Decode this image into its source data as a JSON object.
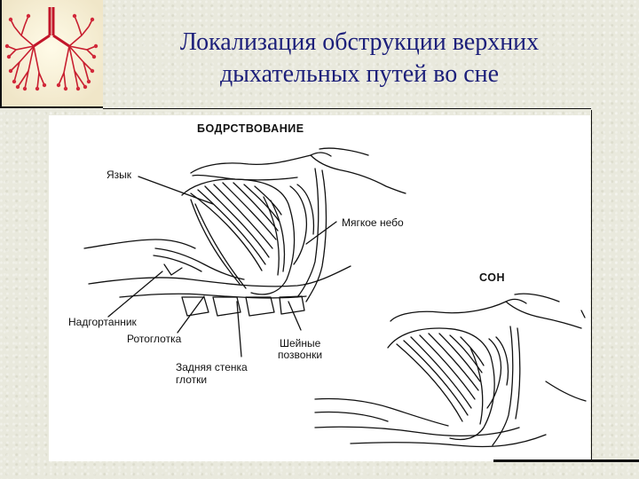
{
  "slide": {
    "title_line1": "Локализация обструкции верхних",
    "title_line2": "дыхательных путей во сне",
    "title_color": "#1c1f7a",
    "logo_icon": "lungs-icon"
  },
  "figure": {
    "heading_awake": "БОДРСТВОВАНИЕ",
    "heading_sleep": "СОН",
    "labels": {
      "tongue": "Язык",
      "soft_palate": "Мягкое небо",
      "epiglottis": "Надгортанник",
      "oropharynx": "Ротоглотка",
      "cervical_line1": "Шейные",
      "cervical_line2": "позвонки",
      "posterior_wall_line1": "Задняя стенка",
      "posterior_wall_line2": "глотки"
    }
  }
}
